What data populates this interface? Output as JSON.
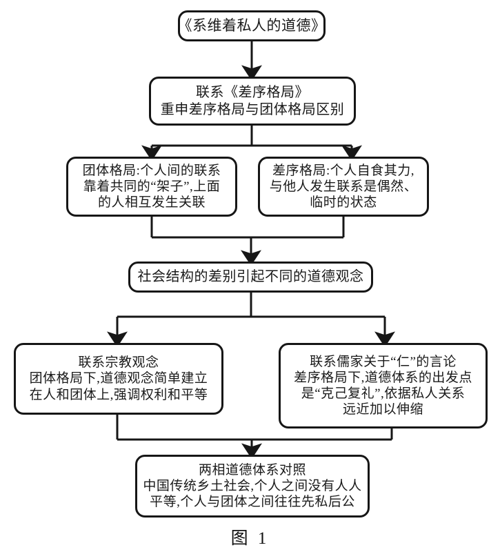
{
  "figure": {
    "caption": "图 1",
    "stroke_color": "#161616",
    "fill_color": "#ffffff",
    "text_color": "#1a1a1a"
  },
  "nodes": {
    "title": {
      "id": "node-title",
      "lines": [
        "《系维着私人的道德》"
      ]
    },
    "link_chaxu": {
      "id": "node-link-chaxu",
      "lines": [
        "联系《差序格局》",
        "重申差序格局与团体格局区别"
      ]
    },
    "tuanti": {
      "id": "node-tuanti",
      "lines": [
        "团体格局:个人间的联系",
        "靠着共同的“架子”,上面",
        "的人相互发生关联"
      ]
    },
    "chaxu": {
      "id": "node-chaxu",
      "lines": [
        "差序格局:个人自食其力,",
        "与他人发生联系是偶然、",
        "临时的状态"
      ]
    },
    "structure": {
      "id": "node-structure",
      "lines": [
        "社会结构的差别引起不同的道德观念"
      ]
    },
    "religion": {
      "id": "node-religion",
      "lines": [
        "联系宗教观念",
        "团体格局下,道德观念简单建立",
        "在人和团体上,强调权利和平等"
      ]
    },
    "confucian": {
      "id": "node-confucian",
      "lines": [
        "联系儒家关于“仁”的言论",
        "差序格局下,道德体系的出发点",
        "是“克己复礼”,依据私人关系",
        "远近加以伸缩"
      ]
    },
    "compare": {
      "id": "node-compare",
      "lines": [
        "两相道德体系对照",
        "中国传统乡土社会,个人之间没有人人",
        "平等,个人与团体之间往往先私后公"
      ]
    }
  },
  "connectors": [
    {
      "name": "title-to-link",
      "kind": "straight-arrow-down"
    },
    {
      "name": "link-to-split",
      "kind": "split-two-arrows-down"
    },
    {
      "name": "pair-merge-to-structure",
      "kind": "merge-one-arrow-down"
    },
    {
      "name": "structure-to-split",
      "kind": "split-two-arrows-down"
    },
    {
      "name": "bottom-merge-to-compare",
      "kind": "merge-one-arrow-down"
    }
  ]
}
